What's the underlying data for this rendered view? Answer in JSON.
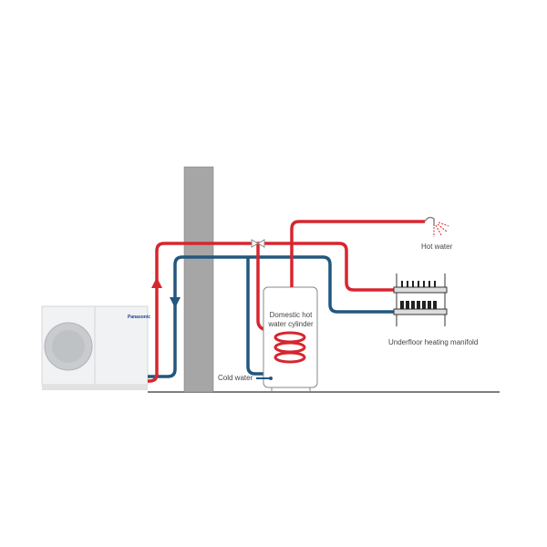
{
  "labels": {
    "hot_water": "Hot water",
    "cylinder_line1": "Domestic hot",
    "cylinder_line2": "water cylinder",
    "manifold": "Underfloor heating manifold",
    "cold_water": "Cold water"
  },
  "unit_brand": "Panasonic",
  "colors": {
    "hot": "#d7262e",
    "cold": "#22577e",
    "wall": "#a6a6a6",
    "ground": "#555555"
  }
}
